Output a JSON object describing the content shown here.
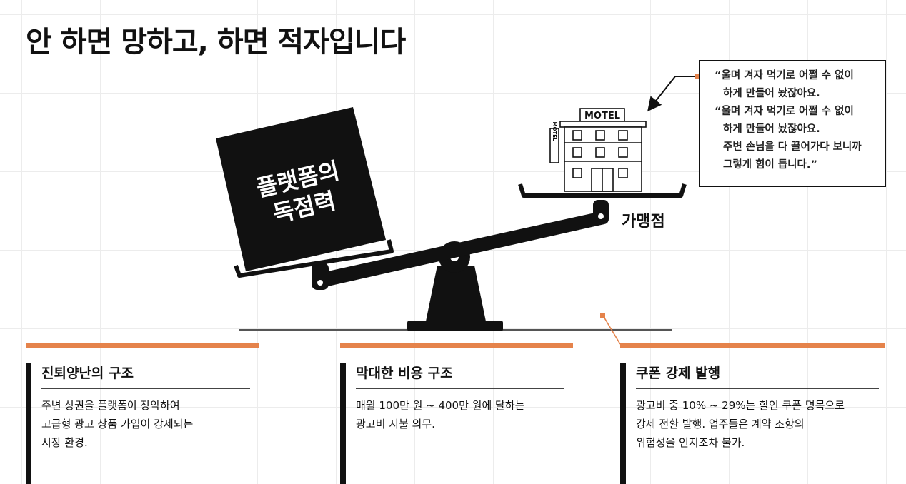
{
  "title": "안 하면 망하고, 하면 적자입니다",
  "illustration": {
    "box_label_line1": "플랫폼의",
    "box_label_line2": "독점력",
    "sign_label": "MOTEL",
    "vertical_sign_label": "MOTEL",
    "side_label": "가맹점"
  },
  "quote": {
    "line1": "“울며 겨자 먹기로 어쩔 수 없이",
    "line2": "하게 만들어 놨잖아요.",
    "line3": "“울며 겨자 먹기로 어쩔 수 없이",
    "line4": "하게 만들어 놨잖아요.",
    "line5": "주변 손님을 다 끌어가다 보니까",
    "line6": "그렇게 힘이 듭니다.”"
  },
  "columns": [
    {
      "heading": "진퇴양난의 구조",
      "body": "주변 상권을 플랫폼이 장악하여\n고급형 광고 상품 가입이 강제되는\n시장 환경."
    },
    {
      "heading": "막대한 비용 구조",
      "body": "매월 100만 원 ~ 400만 원에 달하는\n광고비 지불 의무."
    },
    {
      "heading": "쿠폰 강제 발행",
      "body": "광고비 중 10% ~ 29%는 할인 쿠폰 명목으로\n강제 전환 발행. 업주들은 계약 조항의\n위험성을 인지조차 불가."
    }
  ],
  "colors": {
    "accent": "#e5834b",
    "ink": "#111111"
  }
}
